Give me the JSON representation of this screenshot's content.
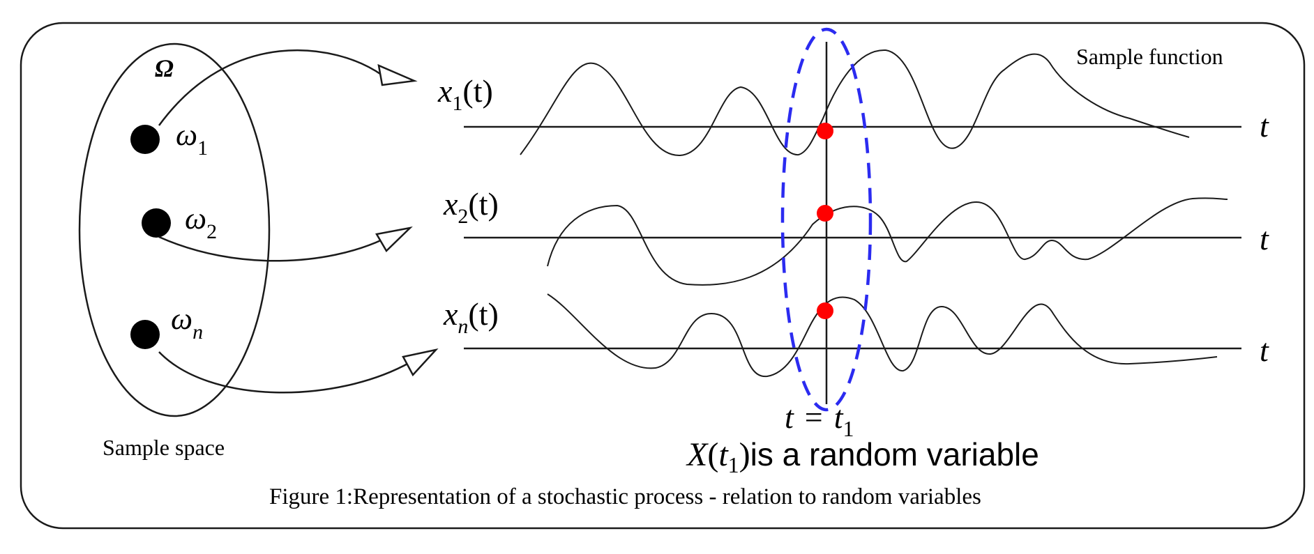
{
  "sample_space": {
    "omega_label": "Ω",
    "caption": "Sample space",
    "outcomes": [
      {
        "symbol": "ω",
        "sub": "1"
      },
      {
        "symbol": "ω",
        "sub": "2"
      },
      {
        "symbol": "ω",
        "sub": "n"
      }
    ]
  },
  "sample_function_label": "Sample function",
  "functions": [
    {
      "name": "x",
      "sub": "1",
      "arg": "(t)",
      "axis_label": "t"
    },
    {
      "name": "x",
      "sub": "2",
      "arg": "(t)",
      "axis_label": "t"
    },
    {
      "name": "x",
      "sub": "n",
      "arg": "(t)",
      "axis_label": "t"
    }
  ],
  "time_marker": {
    "lhs": "t",
    "eq": "=",
    "rhs": "t",
    "rhs_sub": "1"
  },
  "random_variable": {
    "X": "X",
    "open": "(",
    "t": "t",
    "sub": "1",
    "close": ")",
    "text": "is a random variable"
  },
  "figure_caption": "Figure 1:Representation of a stochastic process - relation to random variables",
  "colors": {
    "ellipse_highlight": "#2b2bf0",
    "sample_point": "#ff0000",
    "stroke": "#1a1a1a"
  }
}
